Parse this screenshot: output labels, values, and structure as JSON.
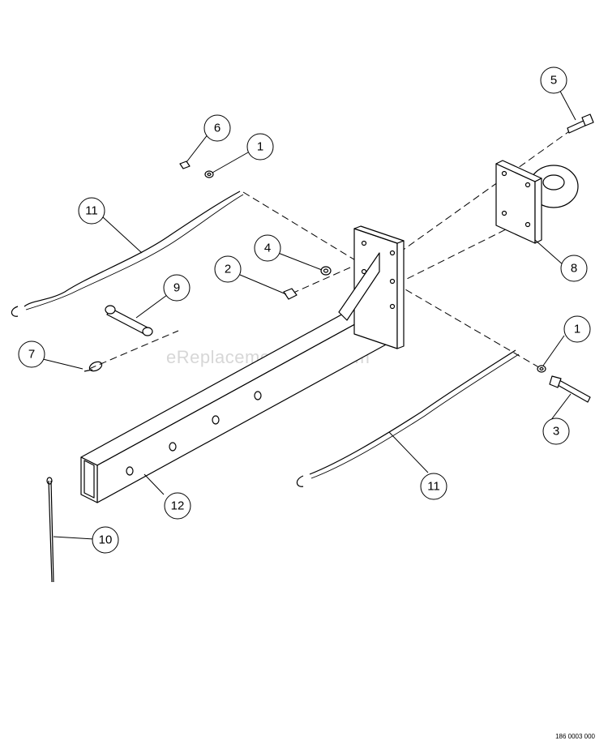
{
  "watermark": "eReplacementParts.com",
  "drawing_number": "186 0003 000",
  "callouts": {
    "c1a": "1",
    "c1b": "1",
    "c2": "2",
    "c3": "3",
    "c4": "4",
    "c5": "5",
    "c6": "6",
    "c7": "7",
    "c8": "8",
    "c9": "9",
    "c10": "10",
    "c11a": "11",
    "c11b": "11",
    "c12": "12"
  }
}
